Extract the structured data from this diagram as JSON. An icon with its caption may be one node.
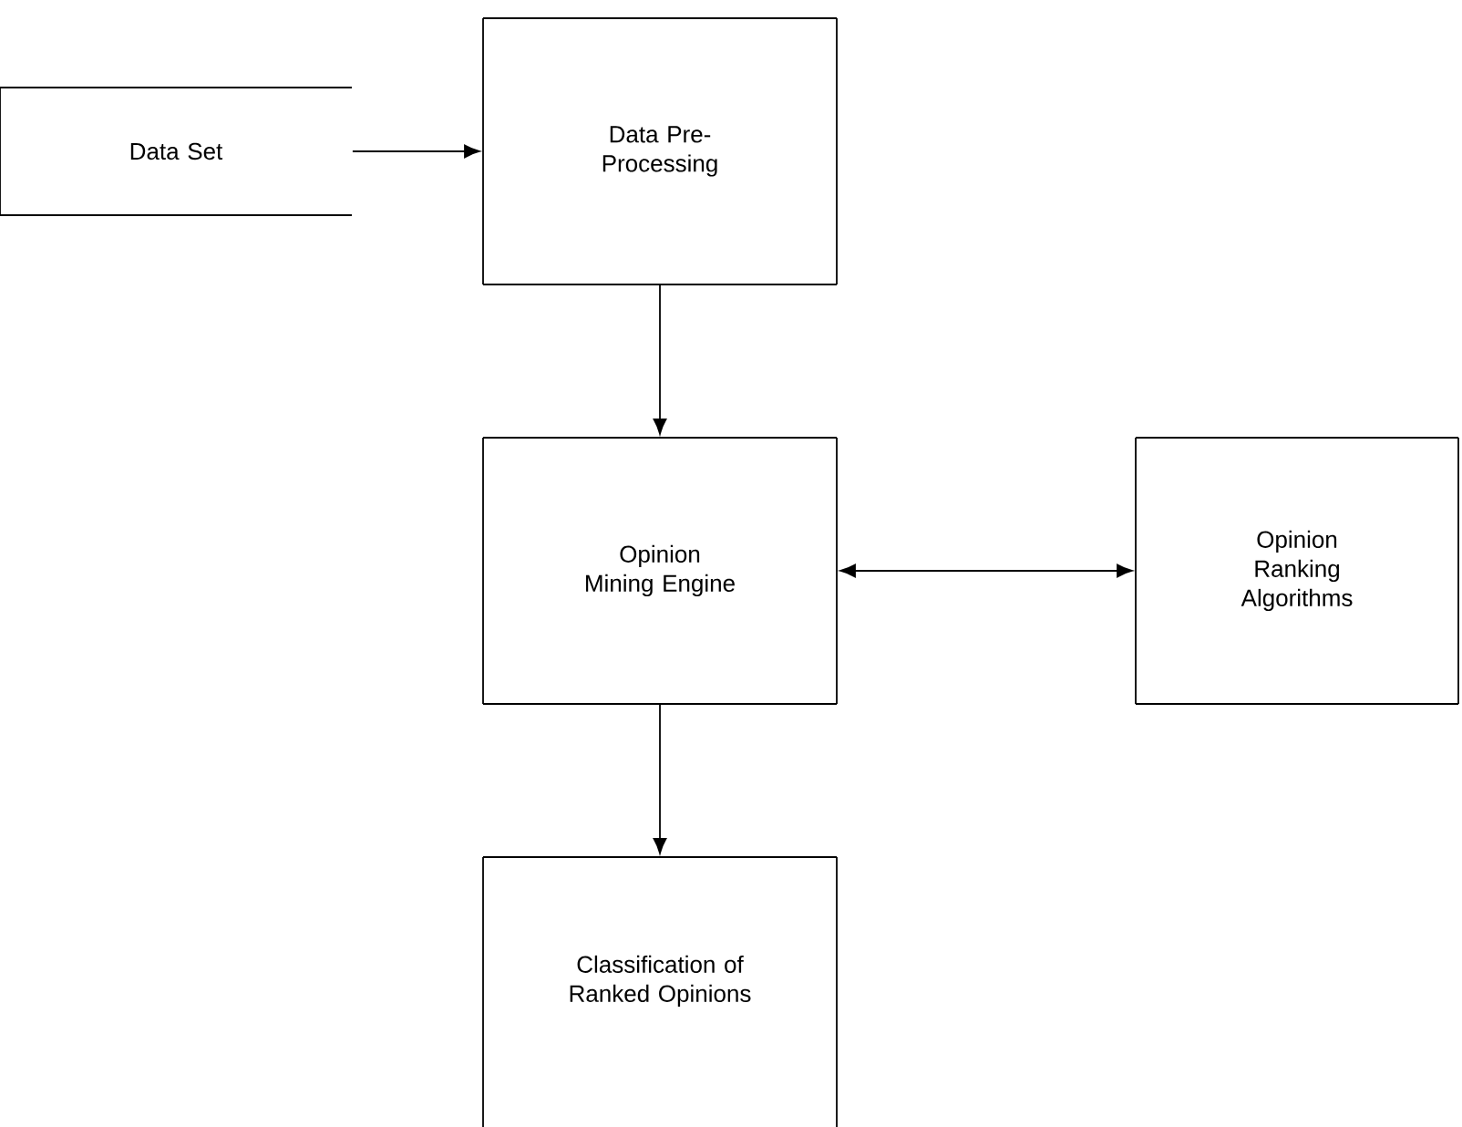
{
  "diagram": {
    "nodes": [
      {
        "text": [
          "Data Set"
        ]
      },
      {
        "text": [
          "Data Pre-Processing"
        ]
      },
      {
        "text": [
          "Opinion Mining Engine"
        ]
      },
      {
        "text": [
          "Opinion Ranking Algorithms"
        ]
      },
      {
        "text": [
          "Classification of Ranked Opinions"
        ]
      }
    ],
    "edges": [
      {
        "from": 0,
        "to": 1,
        "arrow": "to"
      },
      {
        "from": 1,
        "to": 2,
        "arrow": "to"
      },
      {
        "from": 2,
        "to": 3,
        "arrow": "both"
      },
      {
        "from": 2,
        "to": 4,
        "arrow": "to"
      }
    ]
  }
}
